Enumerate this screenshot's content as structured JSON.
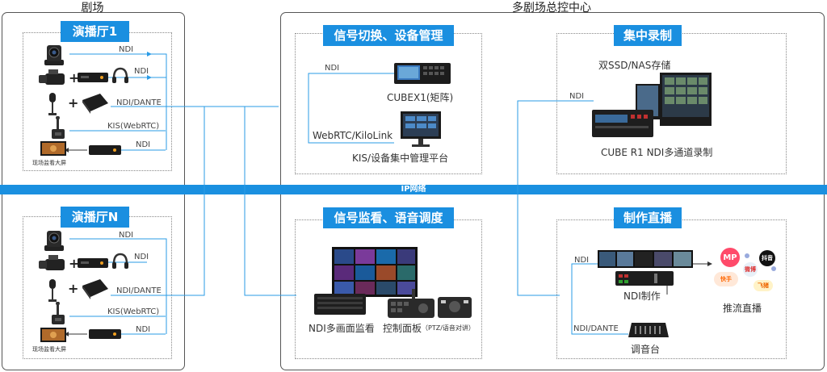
{
  "left_panel": {
    "title": "剧场"
  },
  "right_panel": {
    "title": "多剧场总控中心"
  },
  "network": {
    "label": "IP网络"
  },
  "hall1": {
    "title": "演播厅1",
    "links": [
      "NDI",
      "NDI",
      "NDI/DANTE",
      "KIS(WebRTC)",
      "NDI"
    ],
    "screen_caption": "现场监看大屏",
    "plus": "+"
  },
  "hallN": {
    "title": "演播厅N",
    "links": [
      "NDI",
      "NDI",
      "NDI/DANTE",
      "KIS(WebRTC)",
      "NDI"
    ],
    "screen_caption": "现场监看大屏",
    "plus": "+"
  },
  "switching": {
    "title": "信号切换、设备管理",
    "link_ndi": "NDI",
    "device1": "CUBEX1(矩阵)",
    "link_webrtc": "WebRTC/KiloLink",
    "device2": "KIS/设备集中管理平台"
  },
  "recording": {
    "title": "集中录制",
    "storage": "双SSD/NAS存储",
    "link_ndi": "NDI",
    "device": "CUBE R1 NDI多通道录制"
  },
  "monitoring": {
    "title": "信号监看、语音调度",
    "device1": "NDI多画面监看",
    "device2": "控制面板",
    "device2_note": "（PTZ/语音对讲）"
  },
  "production": {
    "title": "制作直播",
    "link_ndi": "NDI",
    "device1": "NDI制作",
    "link_dante": "NDI/DANTE",
    "device2": "调音台",
    "streaming": "推流直播",
    "platforms": [
      "MP",
      "快手",
      "抖音",
      "微博",
      "飞猪"
    ]
  },
  "colors": {
    "accent": "#1a8fe0",
    "wire": "#2a9be6",
    "line": "#555555"
  }
}
